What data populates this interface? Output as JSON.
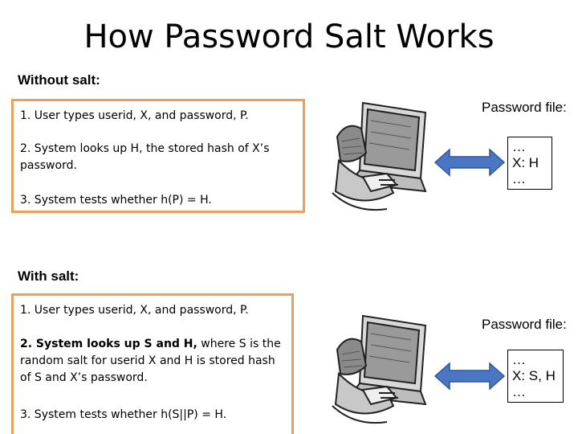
{
  "title": "How Password Salt Works",
  "without": {
    "label": "Without salt:",
    "step1": "1. User types userid, X, and password, P.",
    "step2": "2. System looks up H, the stored hash of X’s password.",
    "step3": "3. System tests whether h(P) = H.",
    "file_label": "Password file:",
    "file_lines": [
      "…",
      "X: H",
      "…"
    ]
  },
  "with": {
    "label": "With salt:",
    "step1": "1. User types userid, X, and password, P.",
    "step2_bold": "2. System looks up S and H,",
    "step2_rest": " where S is the random salt for userid X and H is stored hash of S and X’s password.",
    "step3": "3. System tests whether h(S||P) = H.",
    "file_label": "Password file:",
    "file_lines": [
      "…",
      "X: S, H",
      "…"
    ]
  },
  "colors": {
    "box_border": "#e8a05a",
    "arrow": "#4a76c4",
    "arrow_edge": "#2f5597"
  },
  "icons": [
    "person-at-laptop-illustration",
    "double-arrow-icon"
  ]
}
